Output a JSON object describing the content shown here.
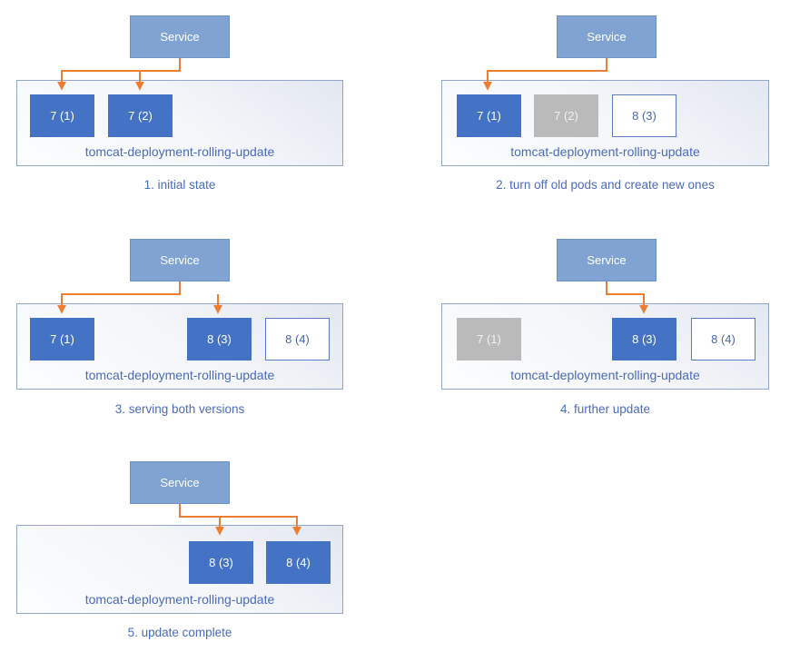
{
  "colors": {
    "service_fill": "#81A3D1",
    "service_border": "#6E93C7",
    "pod_active": "#4472C4",
    "pod_active_text": "#FFFFFF",
    "pod_terminating": "#BABABA",
    "pod_terminating_text": "#F2F2F2",
    "pod_new_fill": "#FFFFFF",
    "pod_new_border": "#5B7BC4",
    "pod_new_text": "#4A66B0",
    "arrow": "#ED7D31",
    "deployment_border": "#93A5C7",
    "text_blue": "#4B6BBE"
  },
  "service_label": "Service",
  "deployment_label": "tomcat-deployment-rolling-update",
  "panels": [
    {
      "caption": "1. initial state",
      "pods": [
        {
          "label": "7 (1)",
          "state": "active"
        },
        {
          "label": "7 (2)",
          "state": "active"
        }
      ]
    },
    {
      "caption": "2. turn off old pods and create new ones",
      "pods": [
        {
          "label": "7 (1)",
          "state": "active"
        },
        {
          "label": "7 (2)",
          "state": "terminating"
        },
        {
          "label": "8 (3)",
          "state": "new"
        }
      ]
    },
    {
      "caption": "3. serving both versions",
      "pods": [
        {
          "label": "7 (1)",
          "state": "active"
        },
        {
          "label": "8 (3)",
          "state": "active"
        },
        {
          "label": "8 (4)",
          "state": "new"
        }
      ]
    },
    {
      "caption": "4. further update",
      "pods": [
        {
          "label": "7 (1)",
          "state": "terminating"
        },
        {
          "label": "8 (3)",
          "state": "active"
        },
        {
          "label": "8 (4)",
          "state": "new"
        }
      ]
    },
    {
      "caption": "5. update complete",
      "pods": [
        {
          "label": "8 (3)",
          "state": "active"
        },
        {
          "label": "8 (4)",
          "state": "active"
        }
      ]
    }
  ]
}
